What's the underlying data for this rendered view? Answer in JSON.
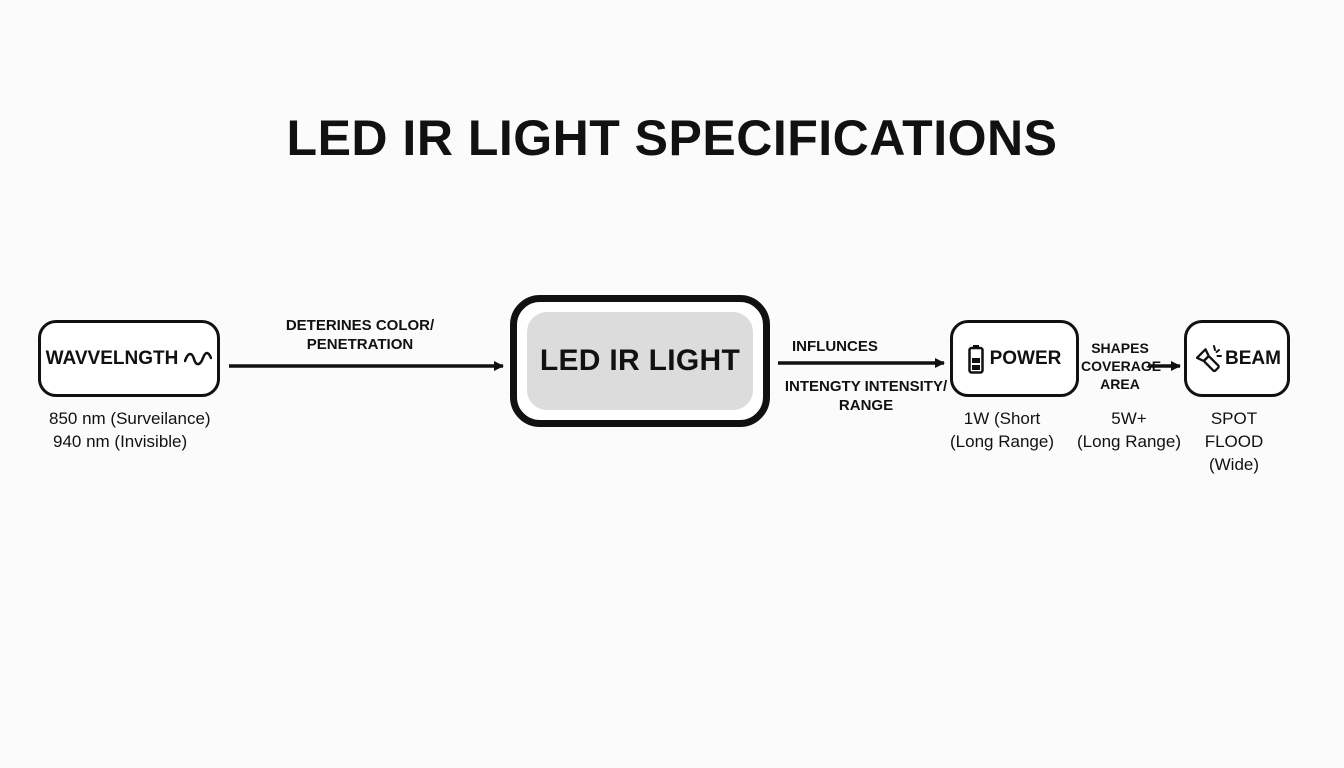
{
  "title": "LED IR LIGHT SPECIFICATIONS",
  "nodes": {
    "wavelength": {
      "label": "WAVVELNGTH",
      "icon": "wave-icon"
    },
    "center": {
      "label": "LED IR LIGHT"
    },
    "power": {
      "label": "POWER",
      "icon": "battery-icon"
    },
    "beam": {
      "label": "BEAM",
      "icon": "flashlight-icon"
    }
  },
  "edges": {
    "wavelength_to_center": {
      "line1": "DETERINES COLOR/",
      "line2": "PENETRATION"
    },
    "center_to_power": {
      "above": "INFLUNCES",
      "below1": "INTENGTY INTENSITY/",
      "below2": "RANGE"
    },
    "power_to_beam": {
      "line1": "SHAPES",
      "line2": "COVERAGE",
      "line3": "AREA"
    }
  },
  "specs": {
    "wavelength": [
      "850 nm (Surveilance)",
      "940 nm  (Invisible)"
    ],
    "power_left": [
      "1W (Short",
      "(Long Range)"
    ],
    "power_right": [
      "5W+",
      "(Long Range)"
    ],
    "beam": [
      "SPOT",
      "FLOOD",
      "(Wide)"
    ]
  },
  "colors": {
    "stroke": "#111111",
    "center_fill": "#dcdcdc",
    "background": "#fbfbfb"
  }
}
